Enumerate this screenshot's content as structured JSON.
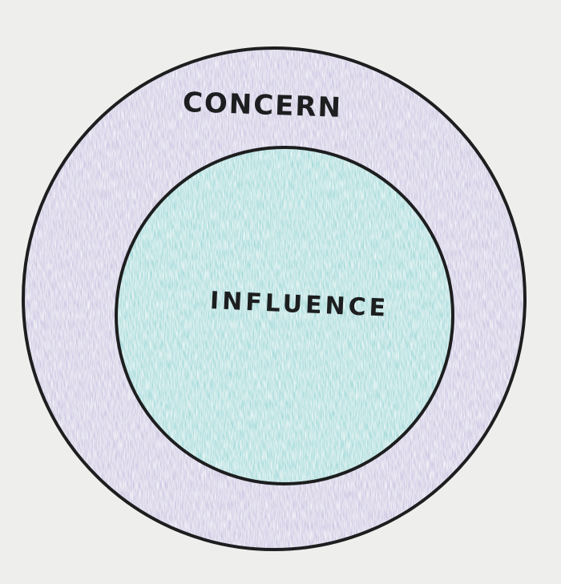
{
  "diagram": {
    "type": "nested-circles",
    "outer_circle": {
      "label": "Concern",
      "fill_color": "#cdc6e4",
      "stroke_color": "#1d1e1f"
    },
    "inner_circle": {
      "label": "Influence",
      "fill_color": "#a8dcdc",
      "stroke_color": "#1d1e1f"
    },
    "background_color": "#eeefec"
  }
}
